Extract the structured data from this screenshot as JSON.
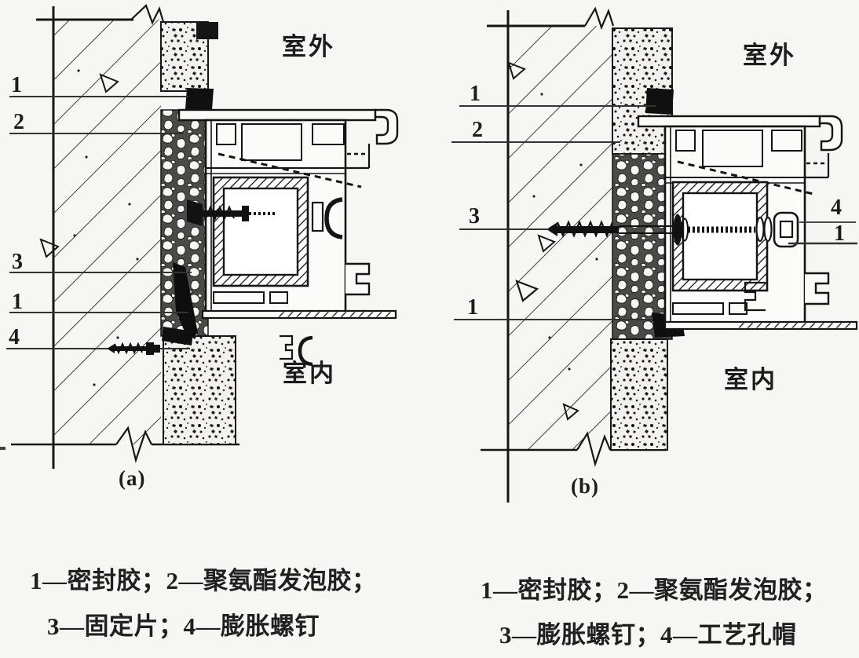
{
  "figure": {
    "outdoor_label": "室外",
    "indoor_label": "室内",
    "panel_a": {
      "sub_label": "(a)",
      "callout_1_top": "1",
      "callout_2": "2",
      "callout_3": "3",
      "callout_1_bottom": "1",
      "callout_4": "4",
      "caption_line1": "1—密封胶；2—聚氨酯发泡胶；",
      "caption_line2": "3—固定片；4—膨胀螺钉"
    },
    "panel_b": {
      "sub_label": "(b)",
      "callout_1_top": "1",
      "callout_2": "2",
      "callout_3": "3",
      "callout_1_bottom": "1",
      "callout_4_right": "4",
      "callout_1_right": "1",
      "caption_line1": "1—密封胶；2—聚氨酯发泡胶；",
      "caption_line2": "3—膨胀螺钉；4—工艺孔帽"
    }
  }
}
